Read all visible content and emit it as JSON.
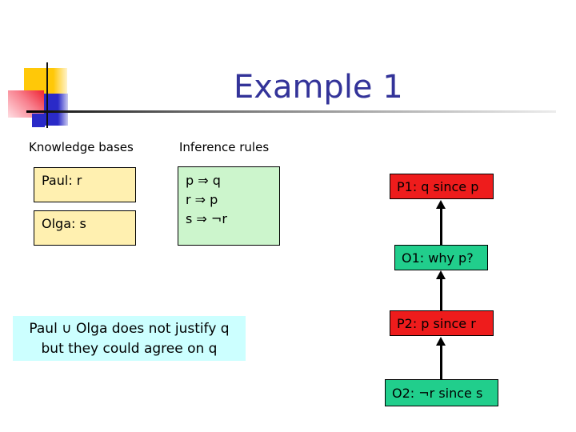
{
  "slide": {
    "title": "Example 1"
  },
  "columns": {
    "knowledge_label": "Knowledge bases",
    "rules_label": "Inference rules"
  },
  "knowledge_boxes": [
    {
      "owner": "Paul",
      "text": "Paul: r"
    },
    {
      "owner": "Olga",
      "text": "Olga: s"
    }
  ],
  "rules_box": {
    "lines": [
      "p ⇒ q",
      "r ⇒ p",
      "s ⇒ ¬r"
    ]
  },
  "dialogue_boxes": [
    {
      "id": "P1",
      "role": "proponent",
      "text": "P1: q since p"
    },
    {
      "id": "O1",
      "role": "opponent",
      "text": "O1: why p?"
    },
    {
      "id": "P2",
      "role": "proponent",
      "text": "P2: p since r"
    },
    {
      "id": "O2",
      "role": "opponent",
      "text": "O2: ¬r since s"
    }
  ],
  "note_box": {
    "line1": "Paul ∪ Olga does not justify q",
    "line2": "but they could agree on q"
  },
  "colors": {
    "title": "#333399",
    "knowledge_fill": "#fff0b0",
    "rules_fill": "#ccf5cc",
    "proponent_fill": "#ee1c1c",
    "opponent_fill": "#21ce8c",
    "note_fill": "#ccffff",
    "deco_yellow": "#ffc808",
    "deco_red": "#ee2433",
    "deco_blue": "#2a2ac8"
  }
}
